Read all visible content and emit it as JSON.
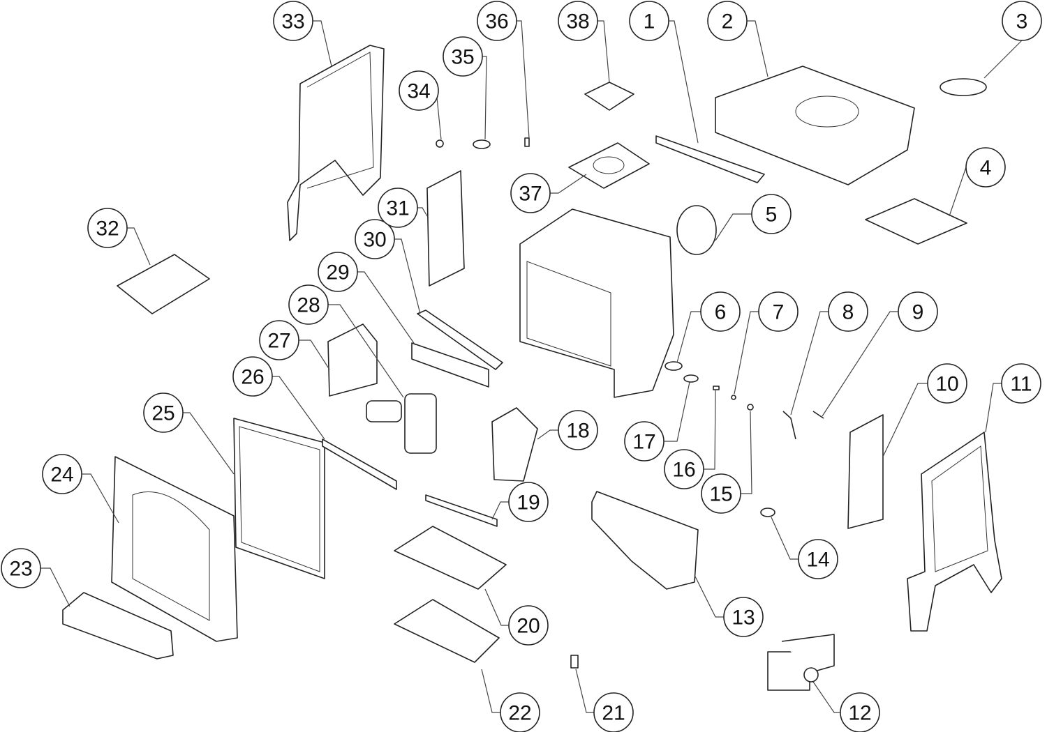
{
  "diagram": {
    "type": "exploded-parts-diagram",
    "callouts": [
      {
        "id": "1",
        "label": "1"
      },
      {
        "id": "2",
        "label": "2"
      },
      {
        "id": "3",
        "label": "3"
      },
      {
        "id": "4",
        "label": "4"
      },
      {
        "id": "5",
        "label": "5"
      },
      {
        "id": "6",
        "label": "6"
      },
      {
        "id": "7",
        "label": "7"
      },
      {
        "id": "8",
        "label": "8"
      },
      {
        "id": "9",
        "label": "9"
      },
      {
        "id": "10",
        "label": "10"
      },
      {
        "id": "11",
        "label": "11"
      },
      {
        "id": "12",
        "label": "12"
      },
      {
        "id": "13",
        "label": "13"
      },
      {
        "id": "14",
        "label": "14"
      },
      {
        "id": "15",
        "label": "15"
      },
      {
        "id": "16",
        "label": "16"
      },
      {
        "id": "17",
        "label": "17"
      },
      {
        "id": "18",
        "label": "18"
      },
      {
        "id": "19",
        "label": "19"
      },
      {
        "id": "20",
        "label": "20"
      },
      {
        "id": "21",
        "label": "21"
      },
      {
        "id": "22",
        "label": "22"
      },
      {
        "id": "23",
        "label": "23"
      },
      {
        "id": "24",
        "label": "24"
      },
      {
        "id": "25",
        "label": "25"
      },
      {
        "id": "26",
        "label": "26"
      },
      {
        "id": "27",
        "label": "27"
      },
      {
        "id": "28",
        "label": "28"
      },
      {
        "id": "29",
        "label": "29"
      },
      {
        "id": "30",
        "label": "30"
      },
      {
        "id": "31",
        "label": "31"
      },
      {
        "id": "32",
        "label": "32"
      },
      {
        "id": "33",
        "label": "33"
      },
      {
        "id": "34",
        "label": "34"
      },
      {
        "id": "35",
        "label": "35"
      },
      {
        "id": "36",
        "label": "36"
      },
      {
        "id": "37",
        "label": "37"
      },
      {
        "id": "38",
        "label": "38"
      }
    ]
  }
}
